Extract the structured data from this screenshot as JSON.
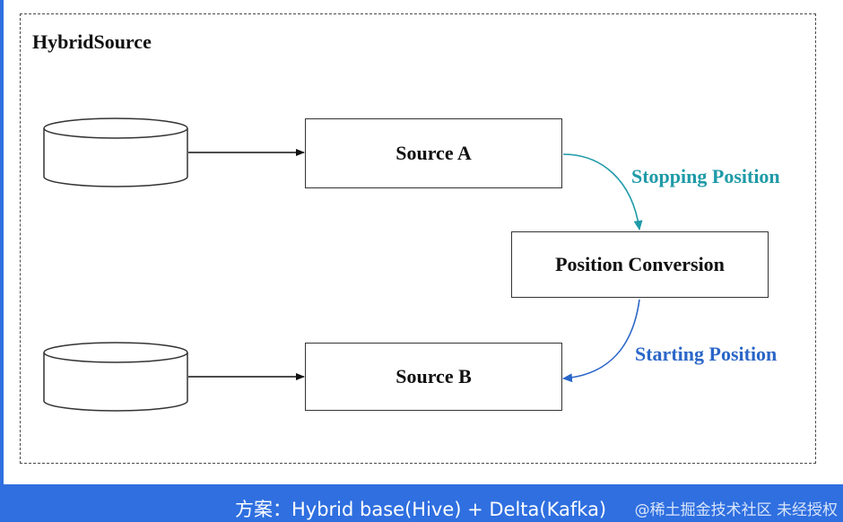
{
  "diagram": {
    "frame_title": "HybridSource",
    "nodes": {
      "source_a": "Source A",
      "source_b": "Source B",
      "position_conversion": "Position Conversion"
    },
    "edges": {
      "stopping": "Stopping Position",
      "starting": "Starting Position"
    }
  },
  "footer": {
    "caption": "方案：Hybrid base(Hive) + Delta(Kafka)",
    "watermark": "@稀土掘金技术社区 未经授权"
  },
  "colors": {
    "accent": "#2f6fe0",
    "stopping_arrow": "#1f9aa8",
    "starting_arrow": "#2a66c8",
    "stroke": "#333333"
  }
}
